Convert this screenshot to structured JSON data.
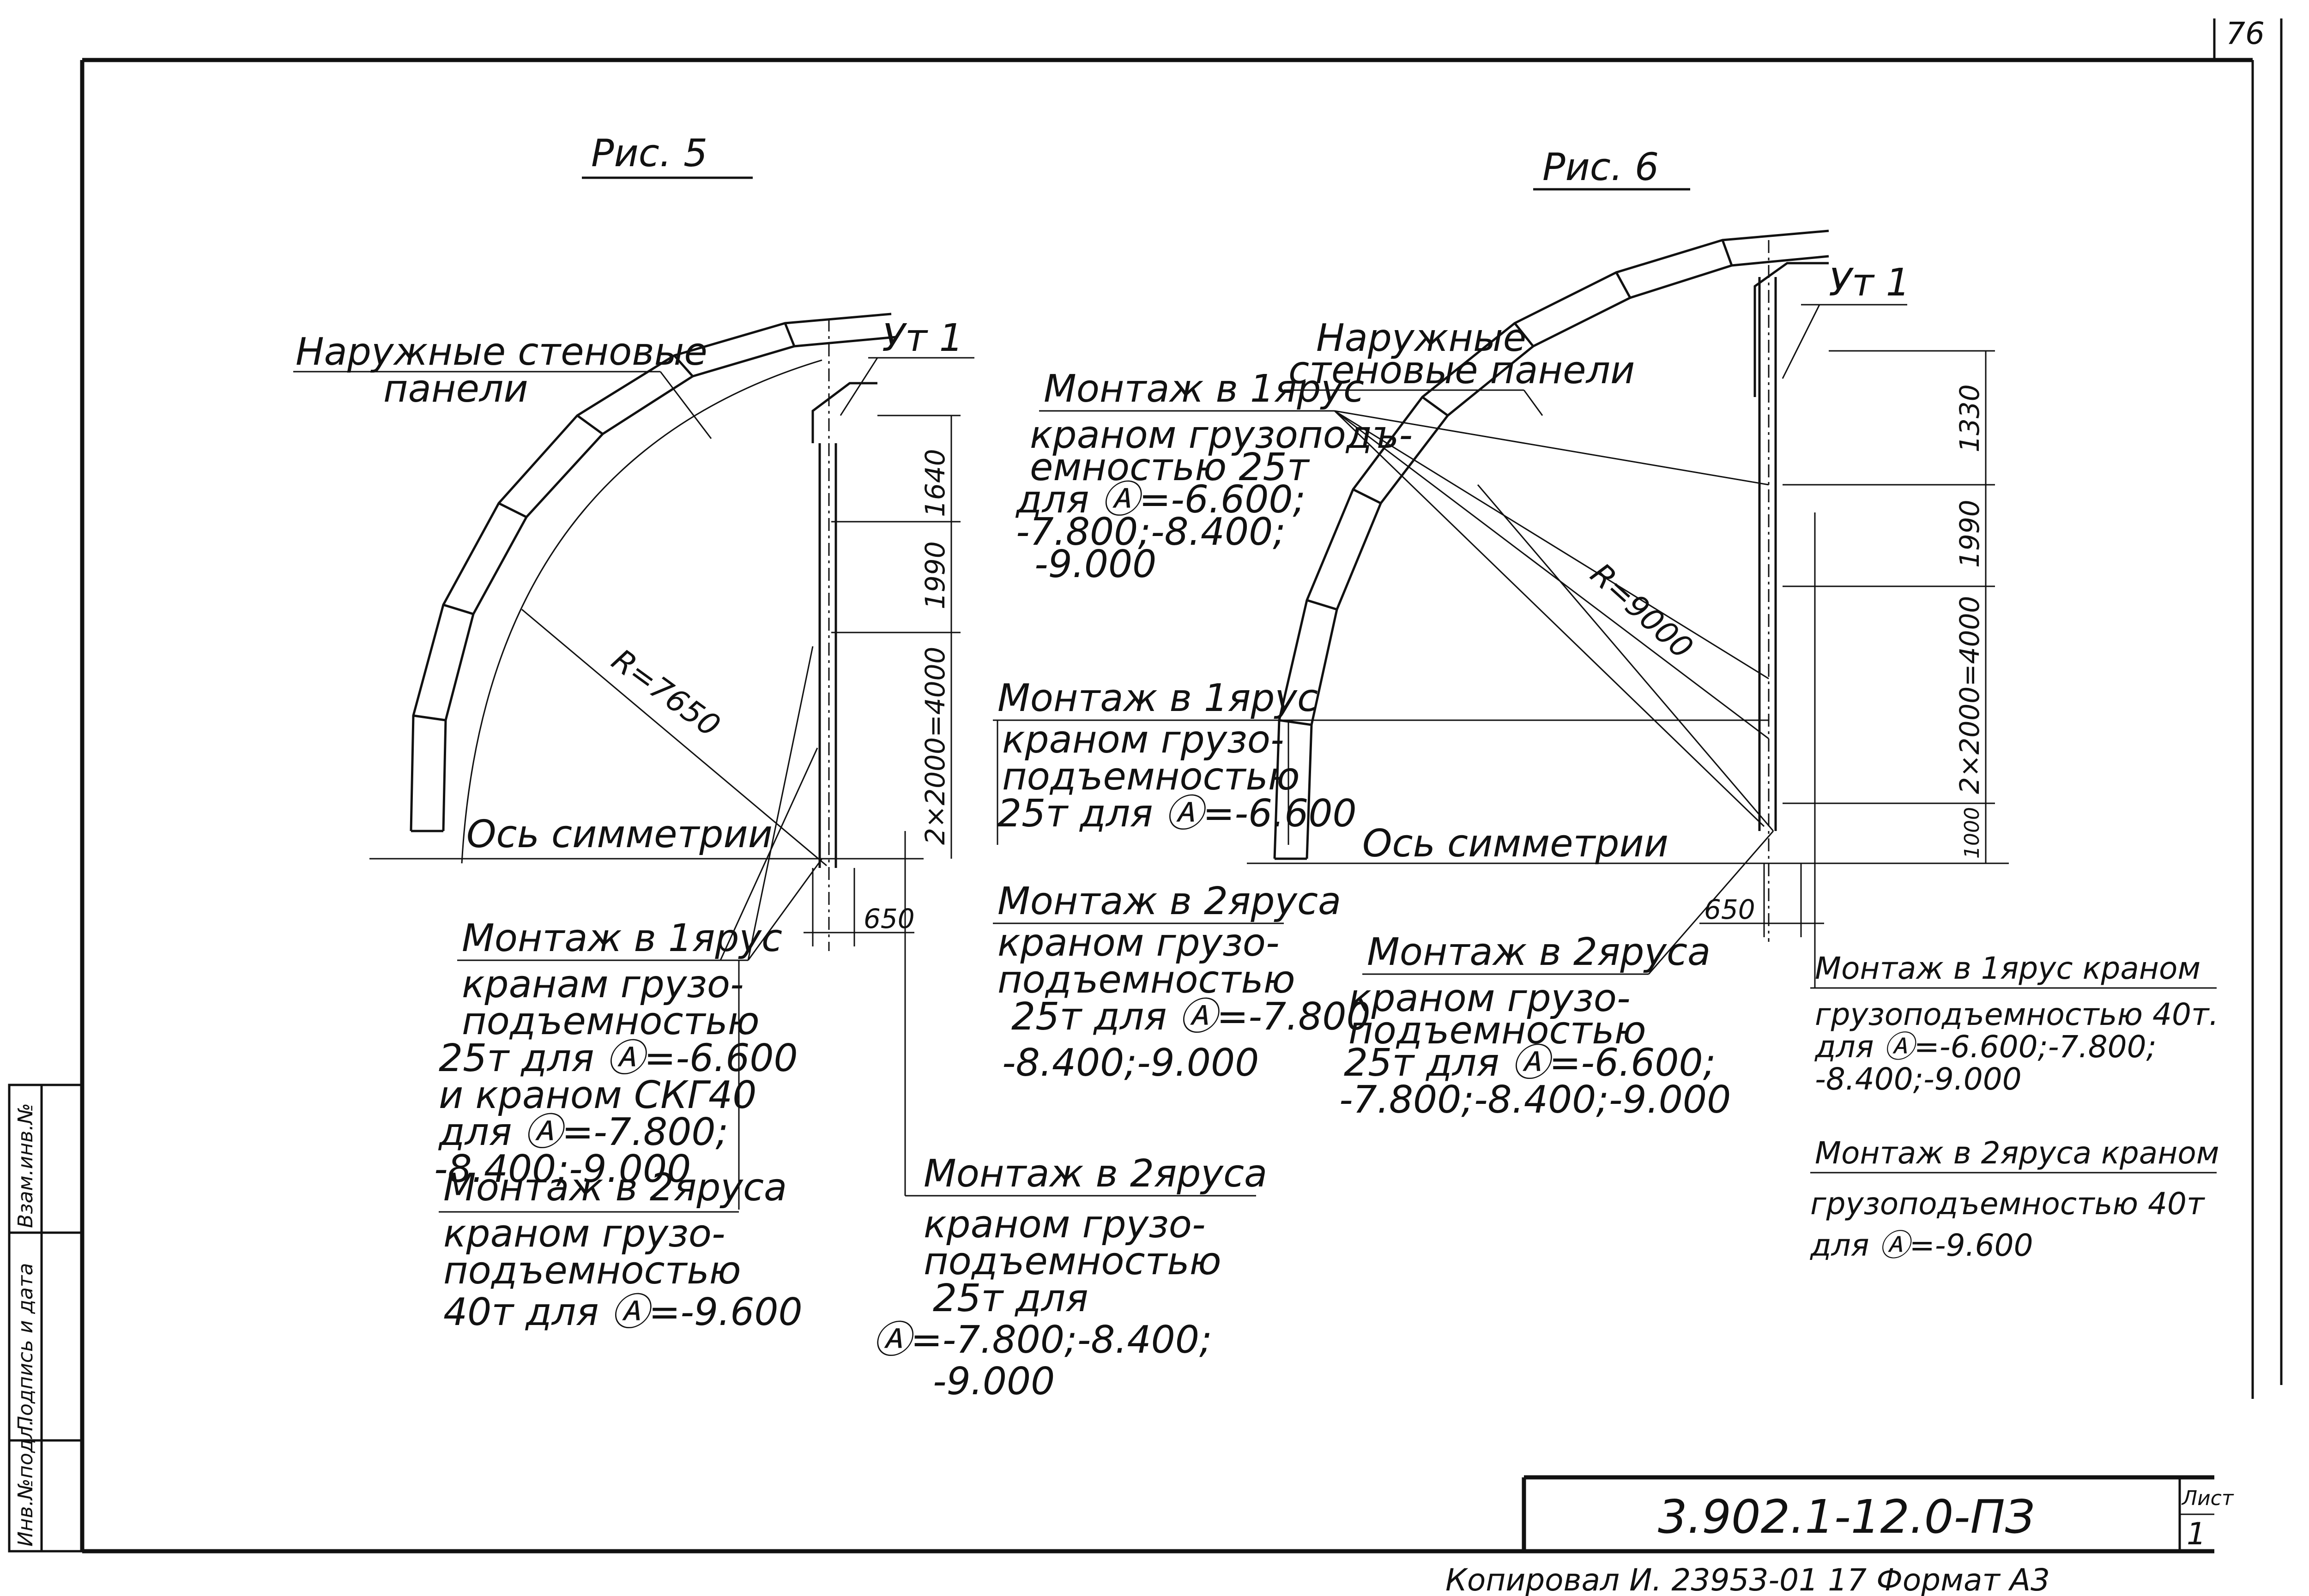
{
  "sheet_number": "76",
  "fig5": {
    "title": "Рис. 5",
    "wall_panels": [
      "Наружные стеновые",
      "панели"
    ],
    "node": "Ут 1",
    "radius": "R=7650",
    "axis": "Ось симметрии",
    "dim_650": "650",
    "dims_vertical": [
      "1640",
      "1990",
      "2×2000=4000"
    ],
    "note_tier1": [
      "Монтаж в 1ярус",
      "кранам грузо-",
      "подъемностью",
      "25т для Ⓐ=-6.600",
      "и краном СКГ40",
      "для Ⓐ=-7.800;",
      "-8.400;-9.000"
    ],
    "note_tier2": [
      "Монтаж в 2яруса",
      "краном грузо-",
      "подъемностью",
      "40т для Ⓐ=-9.600"
    ],
    "note_tier2b": [
      "Монтаж в 2яруса",
      "краном грузо-",
      "подъемностью",
      "25т для",
      "Ⓐ=-7.800;-8.400;",
      "-9.000"
    ]
  },
  "center": {
    "note_a": [
      "Монтаж в 1ярус",
      "краном грузоподъ-",
      "емностью 25т",
      "для Ⓐ=-6.600;",
      "-7.800;-8.400;",
      "-9.000"
    ],
    "note_b": [
      "Монтаж в 1ярус",
      "краном грузо-",
      "подъемностью",
      "25т для Ⓐ=-6.600"
    ],
    "note_c": [
      "Монтаж в 2яруса",
      "краном грузо-",
      "подъемностью",
      "25т для Ⓐ=-7.800",
      "-8.400;-9.000"
    ]
  },
  "fig6": {
    "title": "Рис. 6",
    "wall_panels": [
      "Наружные",
      "стеновые панели"
    ],
    "node": "Ут 1",
    "radius": "R=9000",
    "axis": "Ось симметрии",
    "dim_650": "650",
    "dims_vertical": [
      "1330",
      "1990",
      "2×2000=4000",
      "1000"
    ],
    "note_a": [
      "Монтаж в 2яруса",
      "краном грузо-",
      "подъемностью",
      "25т для Ⓐ=-6.600;",
      "-7.800;-8.400;-9.000"
    ],
    "note_b": [
      "Монтаж в 1ярус краном",
      "грузоподъемностью 40т.",
      "для Ⓐ=-6.600;-7.800;",
      "-8.400;-9.000"
    ],
    "note_c": [
      "Монтаж в 2яруса краном",
      "грузоподъемностью 40т",
      "для Ⓐ=-9.600"
    ]
  },
  "title_block": {
    "code": "3.902.1-12.0-ПЗ",
    "sheet_label": "Лист",
    "sheet": "1",
    "footer": "Копировал И. 23953-01 17 Формат А3"
  },
  "side_stamp": [
    "Инв.№подл.",
    "Подпись и дата",
    "Взам.инв.№"
  ]
}
